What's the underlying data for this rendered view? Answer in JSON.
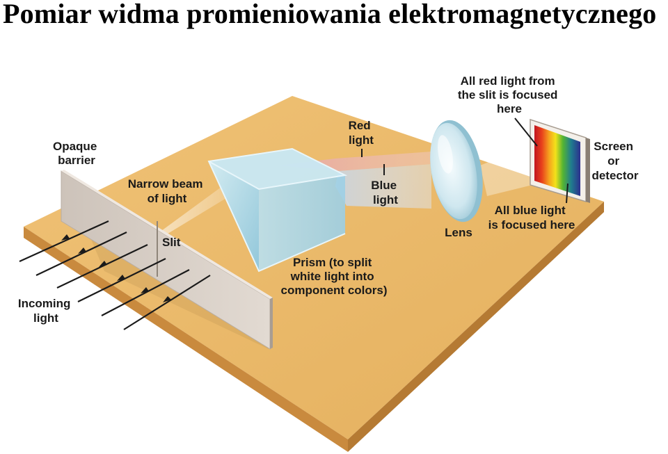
{
  "title": "Pomiar widma promieniowania elektromagnetycznego",
  "labels": {
    "opaque_barrier": [
      "Opaque",
      "barrier"
    ],
    "narrow_beam": [
      "Narrow beam",
      "of light"
    ],
    "slit": [
      "Slit"
    ],
    "incoming_light": [
      "Incoming",
      "light"
    ],
    "prism": [
      "Prism (to split",
      "white light into",
      "component colors)"
    ],
    "red_light": [
      "Red",
      "light"
    ],
    "blue_light": [
      "Blue",
      "light"
    ],
    "lens": [
      "Lens"
    ],
    "red_focus": [
      "All red light from",
      "the slit is focused",
      "here"
    ],
    "screen": [
      "Screen",
      "or",
      "detector"
    ],
    "blue_focus": [
      "All blue light",
      "is focused here"
    ]
  },
  "colors": {
    "table_top": "#e9b868",
    "table_front": "#c98a3e",
    "barrier": "#d6cdc4",
    "prism": "#a8d8ec",
    "spectrum": [
      "#c0141e",
      "#e8401c",
      "#f6a21e",
      "#f2e21a",
      "#55b431",
      "#1f7d8e",
      "#2c2f8e"
    ]
  }
}
